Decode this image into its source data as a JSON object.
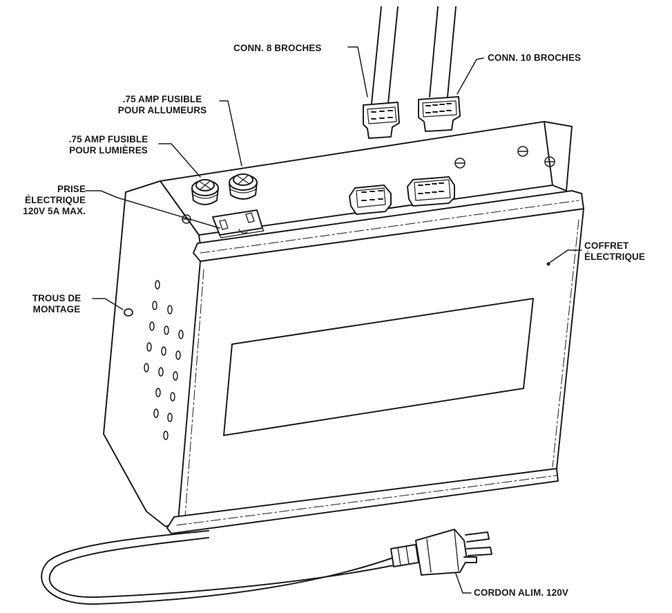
{
  "labels": {
    "conn8": "CONN. 8 BROCHES",
    "conn10": "CONN. 10 BROCHES",
    "fuse_igniters": [
      ".75 AMP FUSIBLE",
      "POUR ALLUMEURS"
    ],
    "fuse_lights": [
      ".75 AMP FUSIBLE",
      "POUR LUMIÈRES"
    ],
    "outlet": [
      "PRISE",
      "ÉLECTRIQUE",
      "120V 5A MAX."
    ],
    "box": [
      "COFFRET",
      "ÉLECTRIQUE"
    ],
    "mounting_holes": [
      "TROUS DE",
      "MONTAGE"
    ],
    "power_cord": "CORDON ALIM. 120V"
  },
  "colors": {
    "line": "#1c1c1c",
    "fill": "#ffffff"
  }
}
